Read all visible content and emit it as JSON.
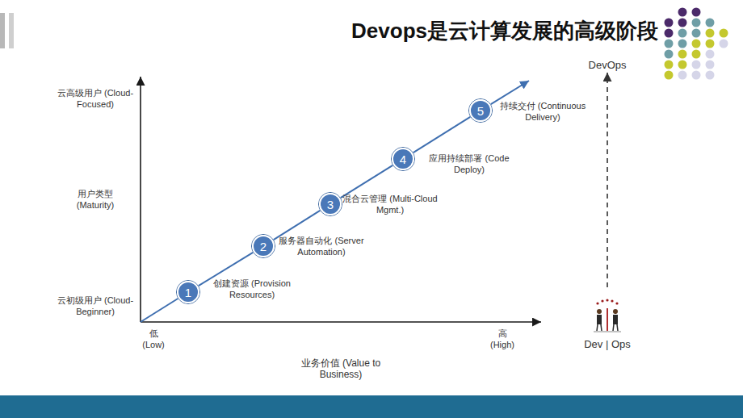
{
  "diagram": {
    "title": "Devops是云计算发展的高级阶段",
    "nodes": [
      {
        "text": [
          "1",
          "创建资源 (Provision Resources)"
        ]
      },
      {
        "text": [
          "2",
          "服务器自动化 (Server Automation)"
        ]
      },
      {
        "text": [
          "3",
          "混合云管理 (Multi-Cloud Mgmt.)"
        ]
      },
      {
        "text": [
          "4",
          "应用持续部署 (Code Deploy)"
        ]
      },
      {
        "text": [
          "5",
          "持续交付 (Continuous Delivery)"
        ]
      },
      {
        "text": [
          "DevOps"
        ]
      },
      {
        "text": [
          "Dev | Ops"
        ]
      }
    ],
    "edges": [
      {
        "from": 0,
        "to": 1,
        "arrow": "none"
      },
      {
        "from": 1,
        "to": 2,
        "arrow": "none"
      },
      {
        "from": 2,
        "to": 3,
        "arrow": "none"
      },
      {
        "from": 3,
        "to": 4,
        "arrow": "none"
      },
      {
        "from": 6,
        "to": 5,
        "arrow": "to"
      }
    ],
    "labels": [
      "云高级用户 (Cloud-Focused)",
      "用户类型 (Maturity)",
      "云初级用户 (Cloud-Beginner)",
      "低 (Low)",
      "高 (High)",
      "业务价值 (Value to Business)"
    ]
  }
}
